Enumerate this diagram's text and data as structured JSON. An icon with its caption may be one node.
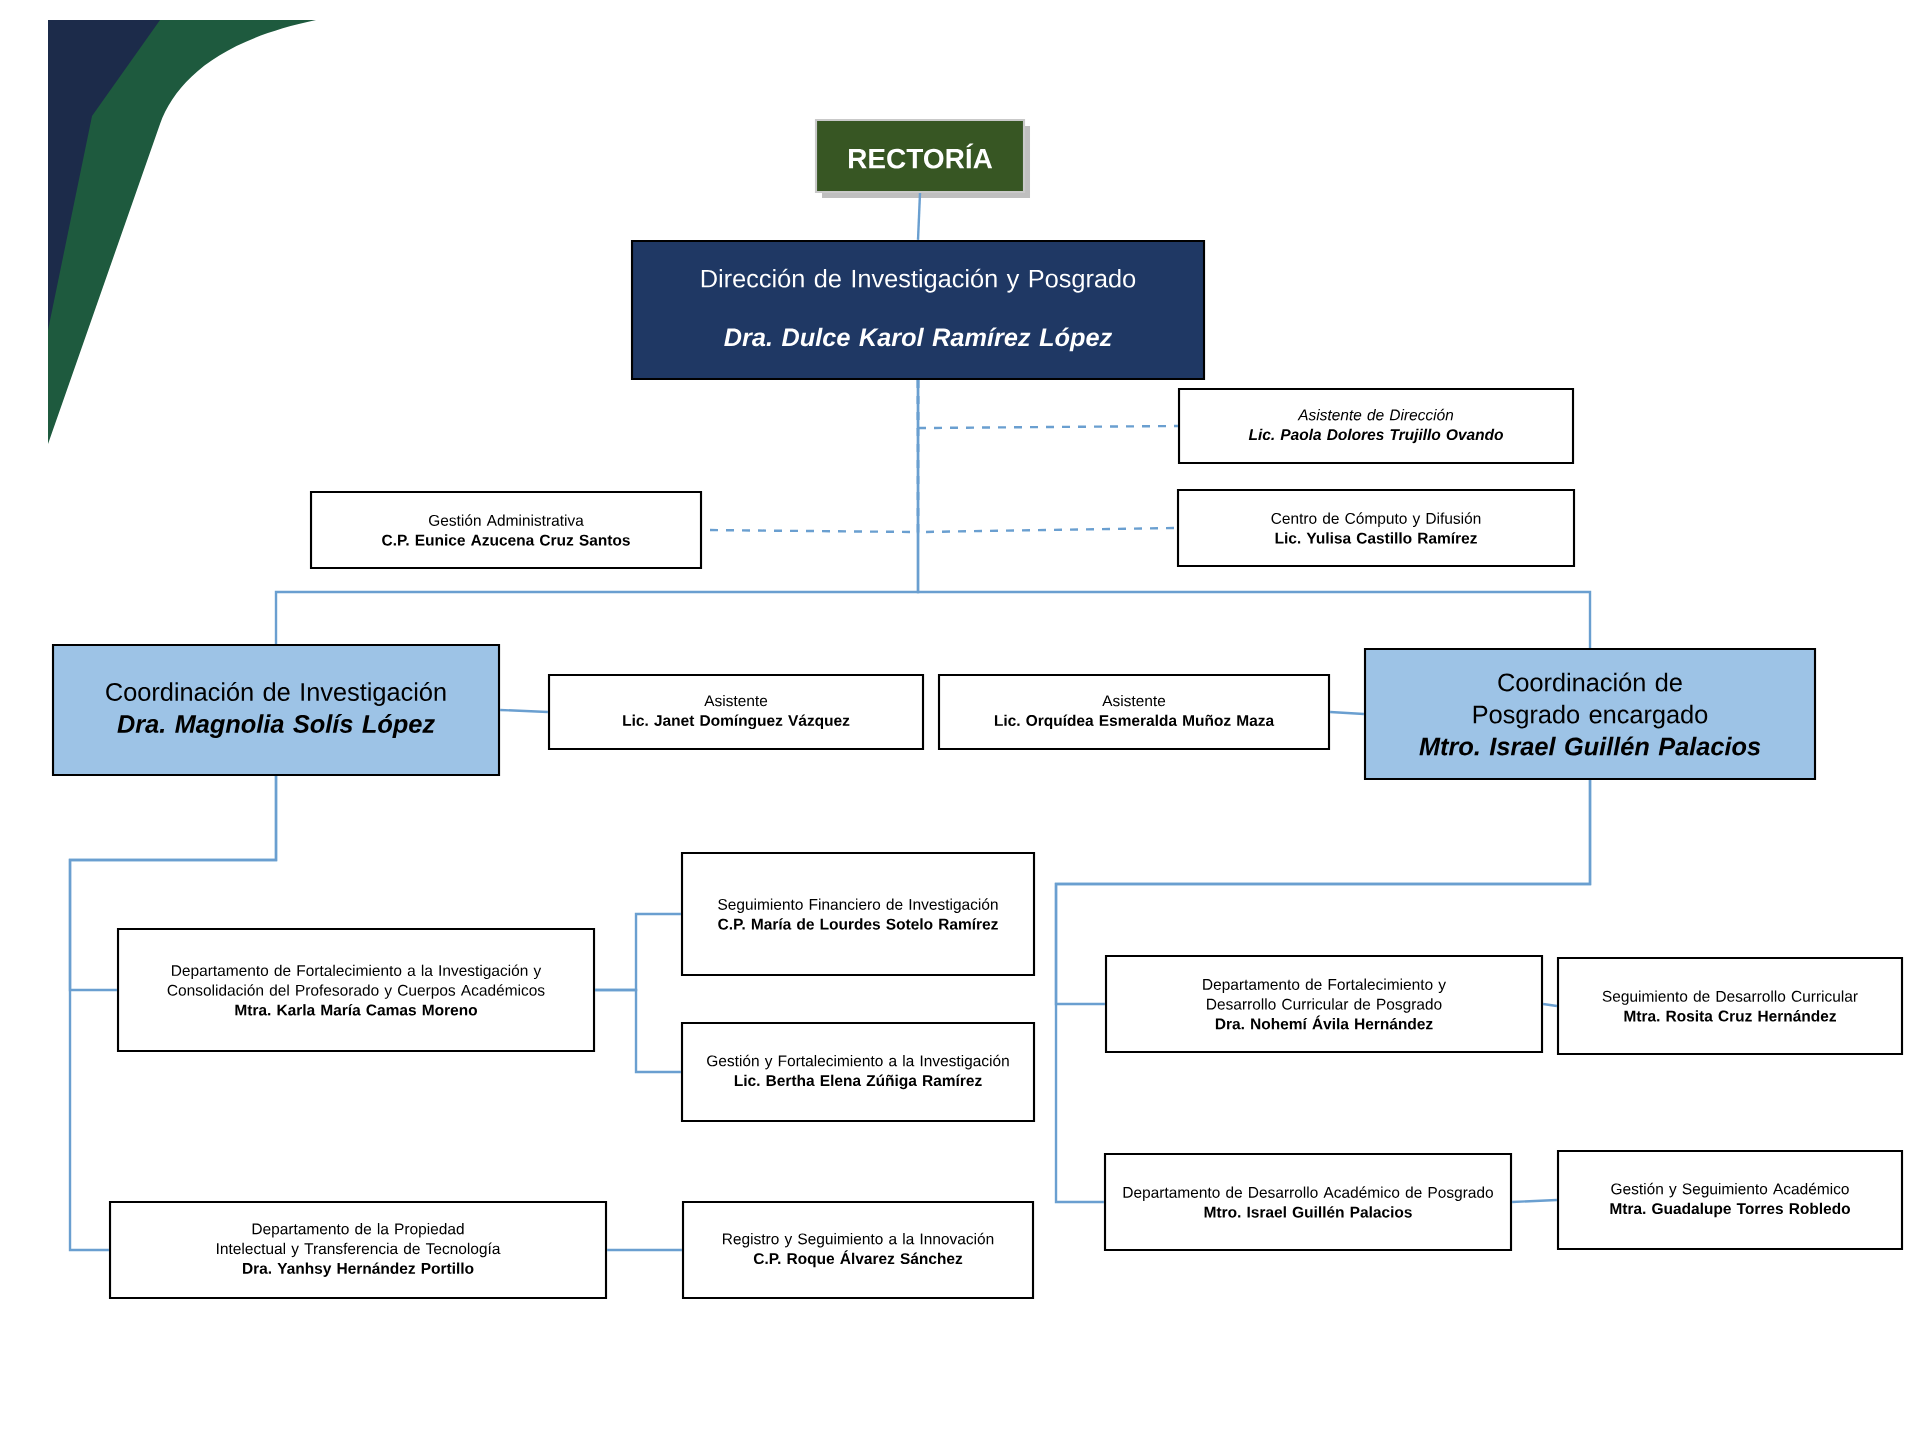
{
  "diagram": {
    "nodes": [
      {
        "text": [
          "RECTORÍA"
        ]
      },
      {
        "text": [
          "Dirección de Investigación y Posgrado",
          "Dra. Dulce Karol Ramírez López"
        ]
      },
      {
        "text": [
          "Asistente de Dirección",
          "Lic. Paola Dolores Trujillo Ovando"
        ]
      },
      {
        "text": [
          "Gestión Administrativa",
          "C.P. Eunice Azucena Cruz Santos"
        ]
      },
      {
        "text": [
          "Centro de Cómputo y Difusión",
          "Lic. Yulisa Castillo Ramírez"
        ]
      },
      {
        "text": [
          "Coordinación de Investigación",
          "Dra. Magnolia Solís López"
        ]
      },
      {
        "text": [
          "Asistente",
          "Lic. Janet Domínguez Vázquez"
        ]
      },
      {
        "text": [
          "Asistente",
          "Lic. Orquídea Esmeralda Muñoz Maza"
        ]
      },
      {
        "text": [
          "Coordinación de Posgrado encargado",
          "Mtro. Israel Guillén Palacios"
        ]
      },
      {
        "text": [
          "Departamento de Fortalecimiento a la Investigación y Consolidación del Profesorado y Cuerpos Académicos",
          "Mtra. Karla María Camas Moreno"
        ]
      },
      {
        "text": [
          "Seguimiento Financiero de Investigación",
          "C.P. María de Lourdes Sotelo Ramírez"
        ]
      },
      {
        "text": [
          "Gestión y Fortalecimiento a la Investigación",
          "Lic. Bertha Elena Zúñiga Ramírez"
        ]
      },
      {
        "text": [
          "Departamento de la Propiedad Intelectual y Transferencia de Tecnología",
          "Dra. Yanhsy Hernández Portillo"
        ]
      },
      {
        "text": [
          "Registro y Seguimiento a la Innovación",
          "C.P. Roque Álvarez Sánchez"
        ]
      },
      {
        "text": [
          "Departamento de Fortalecimiento y Desarrollo Curricular de Posgrado",
          "Dra. Nohemí Ávila Hernández"
        ]
      },
      {
        "text": [
          "Seguimiento de Desarrollo Curricular",
          "Mtra. Rosita Cruz Hernández"
        ]
      },
      {
        "text": [
          "Departamento de Desarrollo Académico de Posgrado",
          "Mtro. Israel Guillén Palacios"
        ]
      },
      {
        "text": [
          "Gestión y Seguimiento Académico",
          "Mtra. Guadalupe Torres Robledo"
        ]
      }
    ],
    "edges": [
      {
        "from": 0,
        "to": 1,
        "arrow": "none"
      },
      {
        "from": 1,
        "to": 2,
        "arrow": "none",
        "style": "dashed"
      },
      {
        "from": 1,
        "to": 3,
        "arrow": "none",
        "style": "dashed"
      },
      {
        "from": 1,
        "to": 4,
        "arrow": "none",
        "style": "dashed"
      },
      {
        "from": 1,
        "to": 5,
        "arrow": "none"
      },
      {
        "from": 1,
        "to": 8,
        "arrow": "none"
      },
      {
        "from": 5,
        "to": 6,
        "arrow": "none"
      },
      {
        "from": 8,
        "to": 7,
        "arrow": "none"
      },
      {
        "from": 5,
        "to": 9,
        "arrow": "none"
      },
      {
        "from": 5,
        "to": 12,
        "arrow": "none"
      },
      {
        "from": 9,
        "to": 10,
        "arrow": "none"
      },
      {
        "from": 9,
        "to": 11,
        "arrow": "none"
      },
      {
        "from": 12,
        "to": 13,
        "arrow": "none"
      },
      {
        "from": 8,
        "to": 14,
        "arrow": "none"
      },
      {
        "from": 8,
        "to": 16,
        "arrow": "none"
      },
      {
        "from": 14,
        "to": 15,
        "arrow": "none"
      },
      {
        "from": 16,
        "to": 17,
        "arrow": "none"
      }
    ]
  }
}
